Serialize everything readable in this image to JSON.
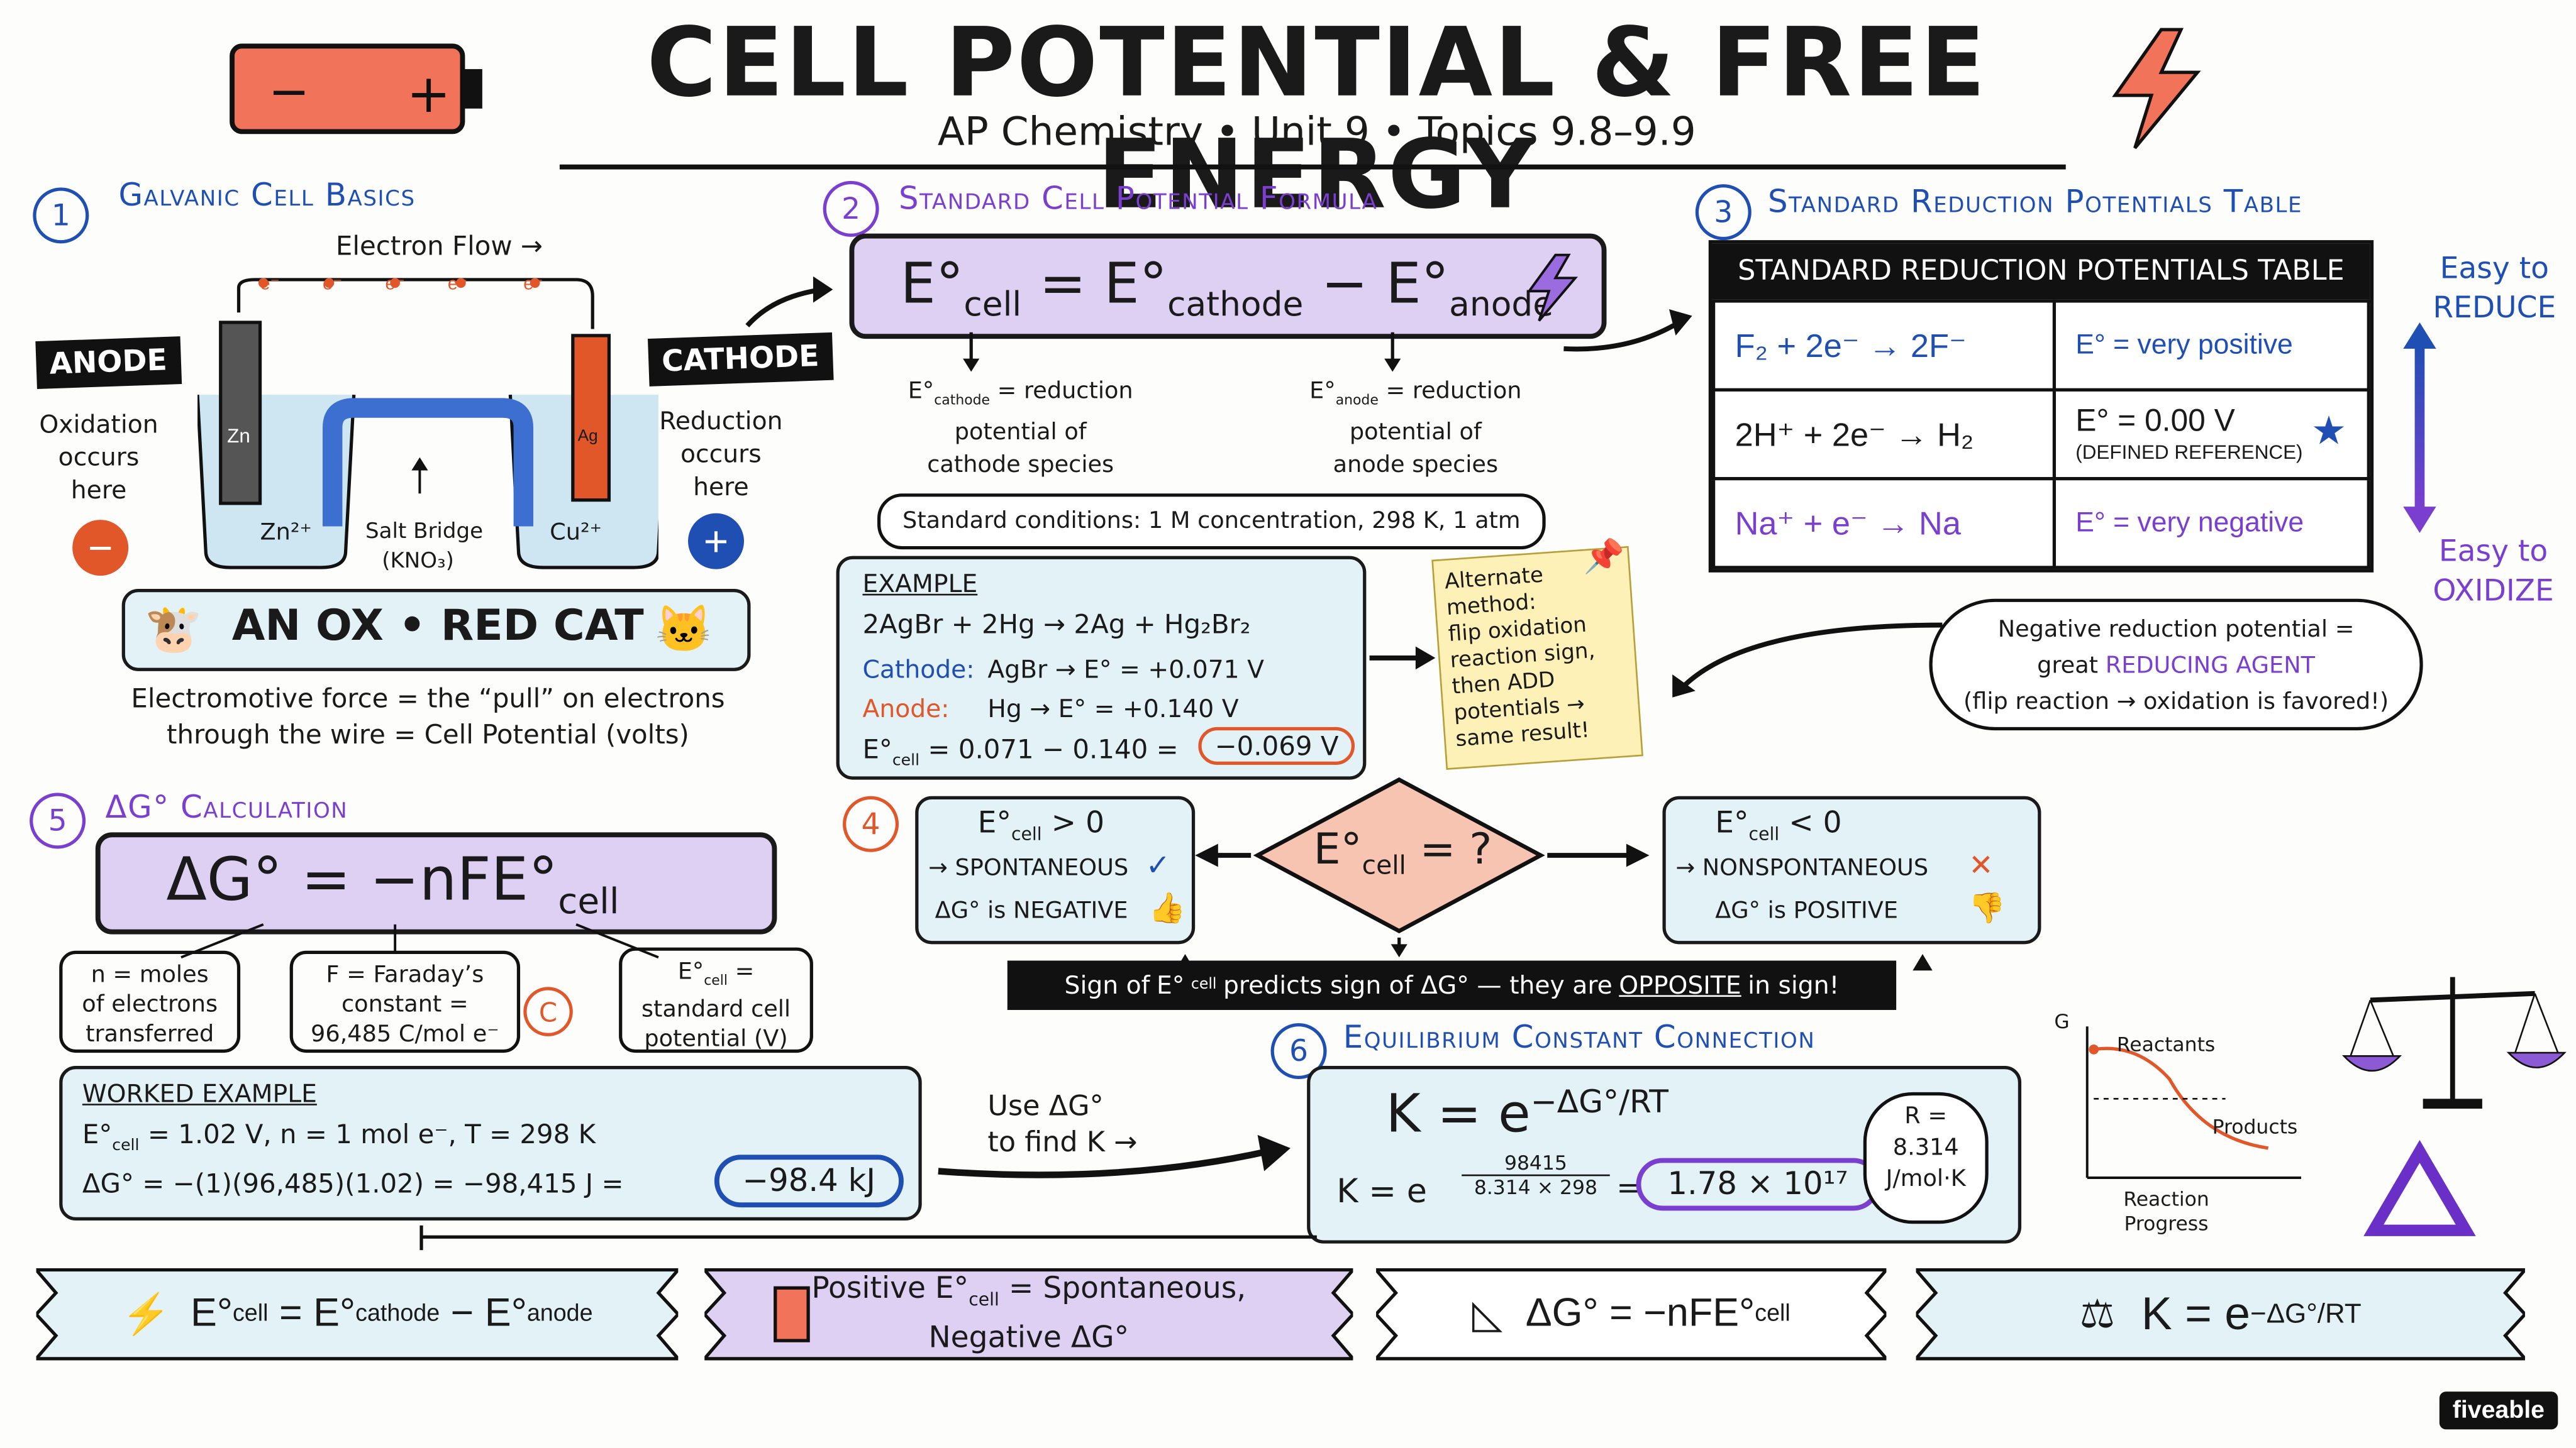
{
  "header": {
    "title": "CELL POTENTIAL & FREE ENERGY",
    "subtitle": "AP Chemistry • Unit 9 • Topics 9.8–9.9"
  },
  "sections": {
    "s1": {
      "num": "1",
      "title": "Galvanic Cell Basics"
    },
    "s2": {
      "num": "2",
      "title": "Standard Cell Potential Formula"
    },
    "s3": {
      "num": "3",
      "title": "Standard Reduction Potentials Table"
    },
    "s4": {
      "num": "4"
    },
    "s5": {
      "num": "5",
      "title": "ΔG° Calculation"
    },
    "s6": {
      "num": "6",
      "title": "Equilibrium Constant Connection"
    }
  },
  "galvanic": {
    "electron_flow": "Electron Flow →",
    "electron": "e⁻",
    "anode_tag": "ANODE",
    "cathode_tag": "CATHODE",
    "anode_note": [
      "Oxidation",
      "occurs",
      "here"
    ],
    "cathode_note": [
      "Reduction",
      "occurs",
      "here"
    ],
    "minus": "−",
    "plus": "+",
    "zn_label": "Zn",
    "ag_label": "Ag",
    "zn_ion": "Zn²⁺",
    "cu_ion": "Cu²⁺",
    "salt_bridge": "Salt Bridge",
    "salt_bridge_formula": "(KNO₃)",
    "mnemonic": "AN OX • RED CAT",
    "emf_line1": "Electromotive force = the “pull” on electrons",
    "emf_line2": "through the wire = Cell Potential (volts)"
  },
  "formula": {
    "e": "E°",
    "cell": "cell",
    "cathode": "cathode",
    "anode": "anode",
    "cathode_def_sub": "cathode",
    "cathode_def": [
      "= reduction",
      "potential of",
      "cathode species"
    ],
    "anode_def_sub": "anode",
    "anode_def": [
      "= reduction",
      "potential of",
      "anode species"
    ],
    "conditions": "Standard conditions: 1 M concentration, 298 K, 1 atm"
  },
  "example": {
    "heading": "EXAMPLE",
    "reaction": "2AgBr + 2Hg → 2Ag + Hg₂Br₂",
    "cathode_label": "Cathode:",
    "cathode_rxn": "AgBr → E° = +0.071 V",
    "anode_label": "Anode:",
    "anode_rxn": "Hg → E° = +0.140 V",
    "calc": "= 0.071 − 0.140 =",
    "result": "−0.069 V"
  },
  "sticky": [
    "Alternate",
    "method:",
    "flip oxidation",
    "reaction sign,",
    "then ADD",
    "potentials →",
    "same result!"
  ],
  "srp_table": {
    "header": "STANDARD REDUCTION POTENTIALS TABLE",
    "rows": [
      {
        "reaction": "F₂ + 2e⁻ → 2F⁻",
        "potential": "E° = very positive"
      },
      {
        "reaction": "2H⁺ + 2e⁻ → H₂",
        "potential": "E° = 0.00 V",
        "note": "(DEFINED REFERENCE)"
      },
      {
        "reaction": "Na⁺ + e⁻ → Na",
        "potential": "E° = very negative"
      }
    ],
    "easy_reduce": [
      "Easy to",
      "REDUCE"
    ],
    "easy_oxidize": [
      "Easy to",
      "OXIDIZE"
    ]
  },
  "reducing_cloud": [
    "Negative reduction potential =",
    "great",
    "REDUCING AGENT",
    "(flip reaction → oxidation is favored!)"
  ],
  "decision": {
    "center": "= ?",
    "positive_cond": "> 0",
    "positive_lines": [
      "→ SPONTANEOUS",
      "ΔG° is NEGATIVE"
    ],
    "negative_cond": "< 0",
    "negative_lines": [
      "→ NONSPONTANEOUS",
      "ΔG° is POSITIVE"
    ],
    "banner_a": "Sign of",
    "banner_b": "predicts sign of ΔG° — they are",
    "banner_opposite": "OPPOSITE",
    "banner_c": "in sign!"
  },
  "dg": {
    "formula": "ΔG° = −nFE°",
    "formula_sub": "cell",
    "n_def": [
      "n = moles",
      "of electrons",
      "transferred"
    ],
    "f_def": [
      "F = Faraday’s",
      "constant =",
      "96,485 C/mol e⁻"
    ],
    "e_def": [
      "=",
      "standard cell",
      "potential (V)"
    ],
    "c_mark": "C"
  },
  "worked": {
    "heading": "WORKED EXAMPLE",
    "line1": "= 1.02 V, n = 1 mol e⁻, T = 298 K",
    "line2": "ΔG° = −(1)(96,485)(1.02) = −98,415 J =",
    "result": "−98.4 kJ",
    "use": [
      "Use ΔG°",
      "to find K →"
    ]
  },
  "keq": {
    "formula_main": "K = e",
    "formula_exp": "−ΔG°/RT",
    "calc_prefix": "K = e",
    "frac_num": "98415",
    "frac_den": "8.314 × 298",
    "result": "1.78 × 10¹⁷",
    "r_value": [
      "R =",
      "8.314",
      "J/mol·K"
    ]
  },
  "graph": {
    "y_label": "G",
    "reactants": "Reactants",
    "products": "Products",
    "x_label": [
      "Reaction",
      "Progress"
    ]
  },
  "summary": {
    "b1_sub_cell": "cell",
    "b1_sub_cathode": "cathode",
    "b1_sub_anode": "anode",
    "b2_line1": "Positive E°",
    "b2_line1_sub": "cell",
    "b2_line1_end": "= Spontaneous,",
    "b2_line2": "Negative ΔG°",
    "b3": "ΔG° = −nFE°",
    "b3_sub": "cell",
    "b4": "K = e",
    "b4_exp": "−ΔG°/RT"
  },
  "brand": "fiveable",
  "colors": {
    "accent_blue": "#1f4fb3",
    "accent_purple": "#7b3fd0",
    "accent_orange": "#e2572a",
    "lavender": "#ddd0f3",
    "aqua": "#e2f2f7"
  }
}
